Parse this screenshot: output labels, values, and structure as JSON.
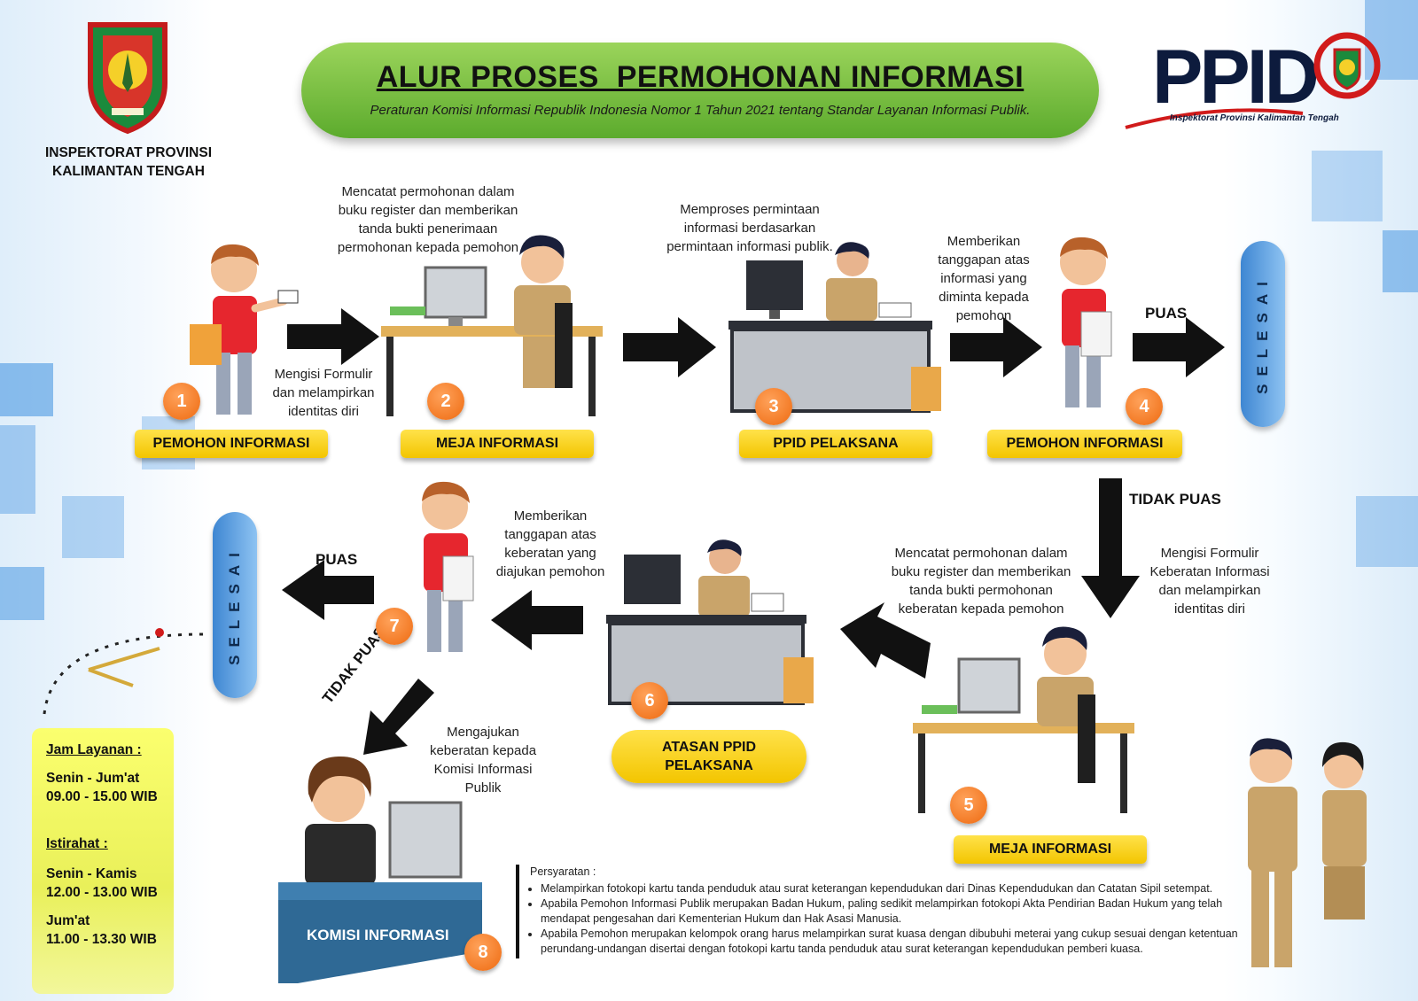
{
  "header": {
    "title": "ALUR PROSES  PERMOHONAN INFORMASI",
    "subtitle": "Peraturan Komisi Informasi Republik Indonesia Nomor 1 Tahun 2021 tentang Standar Layanan Informasi Publik.",
    "org_line1": "INSPEKTORAT PROVINSI",
    "org_line2": "KALIMANTAN TENGAH",
    "ppid_text": "PPID",
    "ppid_caption": "Inspektorat Provinsi Kalimantan Tengah"
  },
  "steps": [
    {
      "num": "1",
      "label": "PEMOHON INFORMASI"
    },
    {
      "num": "2",
      "label": "MEJA INFORMASI"
    },
    {
      "num": "3",
      "label": "PPID PELAKSANA"
    },
    {
      "num": "4",
      "label": "PEMOHON INFORMASI"
    },
    {
      "num": "5",
      "label": "MEJA INFORMASI"
    },
    {
      "num": "6",
      "label_line1": "ATASAN PPID",
      "label_line2": "PELAKSANA"
    },
    {
      "num": "7"
    },
    {
      "num": "8",
      "label": "KOMISI INFORMASI"
    }
  ],
  "descriptions": {
    "d1": [
      "Mengisi Formulir",
      "dan melampirkan",
      "identitas diri"
    ],
    "d2": [
      "Mencatat permohonan dalam",
      "buku register dan memberikan",
      "tanda bukti penerimaan",
      "permohonan kepada pemohon"
    ],
    "d3": [
      "Memproses permintaan",
      "informasi berdasarkan",
      "permintaan informasi publik."
    ],
    "d4": [
      "Memberikan",
      "tanggapan atas",
      "informasi yang",
      "diminta kepada",
      "pemohon"
    ],
    "d5": [
      "Mencatat permohonan dalam",
      "buku register dan memberikan",
      "tanda bukti permohonan",
      "keberatan kepada pemohon"
    ],
    "d5b": [
      "Mengisi Formulir",
      "Keberatan Informasi",
      "dan melampirkan",
      "identitas diri"
    ],
    "d6": [
      "Memberikan",
      "tanggapan atas",
      "keberatan yang",
      "diajukan pemohon"
    ],
    "d7": [
      "Mengajukan",
      "keberatan kepada",
      "Komisi Informasi",
      "Publik"
    ]
  },
  "tags": {
    "puas": "PUAS",
    "tidak_puas": "TIDAK PUAS",
    "selesai": "SELESAI"
  },
  "service_hours": {
    "jam_title": "Jam Layanan :",
    "jam_days": "Senin - Jum'at",
    "jam_time": "09.00 - 15.00 WIB",
    "istirahat_title": "Istirahat :",
    "ist_days1": "Senin - Kamis",
    "ist_time1": "12.00 - 13.00 WIB",
    "ist_days2": "Jum'at",
    "ist_time2": "11.00 - 13.30 WIB"
  },
  "requirements": {
    "title": "Persyaratan :",
    "items": [
      "Melampirkan fotokopi kartu tanda penduduk atau surat keterangan kependudukan dari Dinas Kependudukan dan Catatan Sipil setempat.",
      "Apabila Pemohon Informasi Publik merupakan Badan Hukum, paling sedikit melampirkan fotokopi Akta Pendirian Badan Hukum yang telah mendapat pengesahan dari Kementerian Hukum dan Hak Asasi Manusia.",
      "Apabila Pemohon merupakan kelompok orang harus melampirkan surat kuasa dengan dibubuhi meterai yang cukup sesuai dengan ketentuan perundang-undangan disertai dengan fotokopi kartu tanda penduduk atau surat keterangan kependudukan pemberi kuasa."
    ]
  },
  "colors": {
    "banner_green": "#5cab2d",
    "label_yellow": "#f3c500",
    "badge_orange": "#ee6a10",
    "selesai_blue": "#3e86d2",
    "arrow_black": "#111111"
  }
}
